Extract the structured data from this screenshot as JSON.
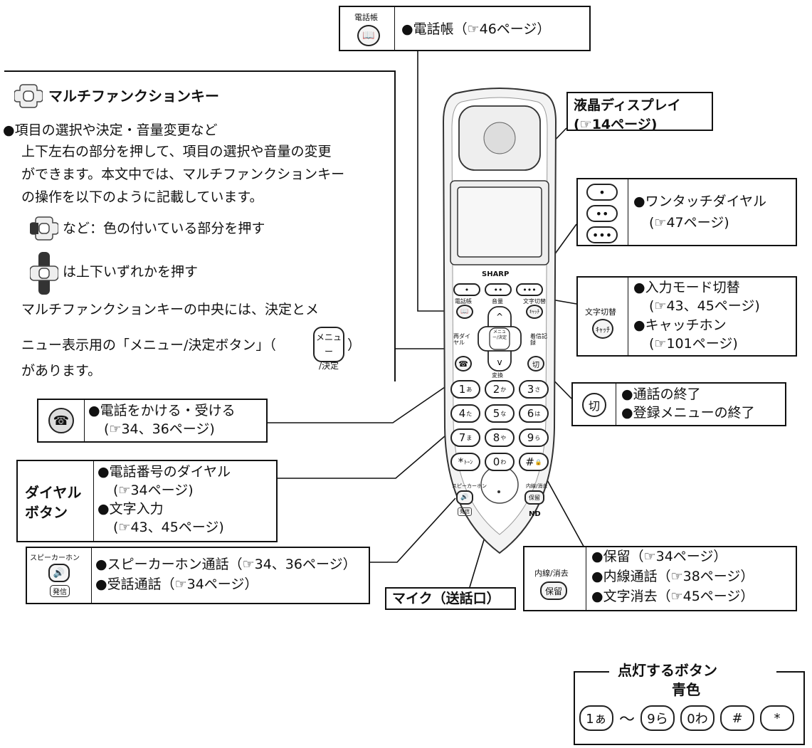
{
  "phonebook": {
    "icon_label": "電話帳",
    "text": "●電話帳（☞46ページ）"
  },
  "multi": {
    "title": "マルチファンクションキー",
    "l1": "●項目の選択や決定・音量変更など",
    "l2": "上下左右の部分を押して、項目の選択や音量の変更",
    "l3": "ができます。本文中では、マルチファンクションキー",
    "l4": "の操作を以下のように記載しています。",
    "l5": "など：色の付いている部分を押す",
    "l6": "は上下いずれかを押す",
    "l7": "マルチファンクションキーの中央には、決定とメ",
    "l8a": "ニュー表示用の「メニュー/決定ボタン」（",
    "l8b": "）",
    "l9": "があります。",
    "menu_key": [
      "メニュー",
      "/決定"
    ]
  },
  "lcd": {
    "l1": "液晶ディスプレイ",
    "l2": "(☞14ページ)"
  },
  "onetouch": {
    "l1": "●ワンタッチダイヤル",
    "l2": "(☞47ページ)",
    "keys": [
      "•",
      "••",
      "•••"
    ]
  },
  "mode": {
    "icon_top": "文字切替",
    "icon_key": "ｷｬｯﾁ",
    "l1": "●入力モード切替",
    "l2": "(☞43、45ページ)",
    "l3": "●キャッチホン",
    "l4": "(☞101ページ)"
  },
  "end": {
    "icon": "切",
    "l1": "●通話の終了",
    "l2": "●登録メニューの終了"
  },
  "call": {
    "l1": "●電話をかける・受ける",
    "l2": "(☞34、36ページ)"
  },
  "dial": {
    "head1": "ダイヤル",
    "head2": "ボタン",
    "l1": "●電話番号のダイヤル",
    "l2": "(☞34ページ)",
    "l3": "●文字入力",
    "l4": "(☞43、45ページ)"
  },
  "speaker": {
    "icon_top": "スピーカーホン",
    "icon_bottom": "発信",
    "l1": "●スピーカーホン通話（☞34、36ページ）",
    "l2": "●受話通話（☞34ページ）"
  },
  "hold": {
    "icon_top": "内線/消去",
    "icon_key": "保留",
    "l1": "●保留（☞34ページ）",
    "l2": "●内線通話（☞38ページ）",
    "l3": "●文字消去（☞45ページ）"
  },
  "mic": {
    "label": "マイク（送話口）"
  },
  "lit": {
    "title": "点灯するボタン",
    "color": "青色",
    "tilde": "〜",
    "keys": [
      "1ぁ",
      "9ら",
      "0わ",
      "#",
      "*"
    ]
  },
  "phone": {
    "brand": "SHARP",
    "labels": {
      "phonebook": "電話帳",
      "volume": "音量",
      "charswitch": "文字切替",
      "redial": "再ダイヤル",
      "history": "着信記録",
      "convert": "変換",
      "speaker": "スピーカーホン",
      "intercom": "内線/消去",
      "send": "発信",
      "hold": "保留",
      "catch": "ｷｬｯﾁ",
      "end": "切",
      "menu": "メニュー/決定"
    },
    "keypad": [
      [
        "1",
        "あ"
      ],
      [
        "2",
        "か"
      ],
      [
        "3",
        "さ"
      ],
      [
        "4",
        "た"
      ],
      [
        "5",
        "な"
      ],
      [
        "6",
        "は"
      ],
      [
        "7",
        "ま"
      ],
      [
        "8",
        "や"
      ],
      [
        "9",
        "ら"
      ],
      [
        "*",
        "ﾄｰﾝ"
      ],
      [
        "0",
        "わ"
      ],
      [
        "#",
        "🔒"
      ]
    ],
    "onetouch": [
      "•",
      "••",
      "•••"
    ]
  }
}
